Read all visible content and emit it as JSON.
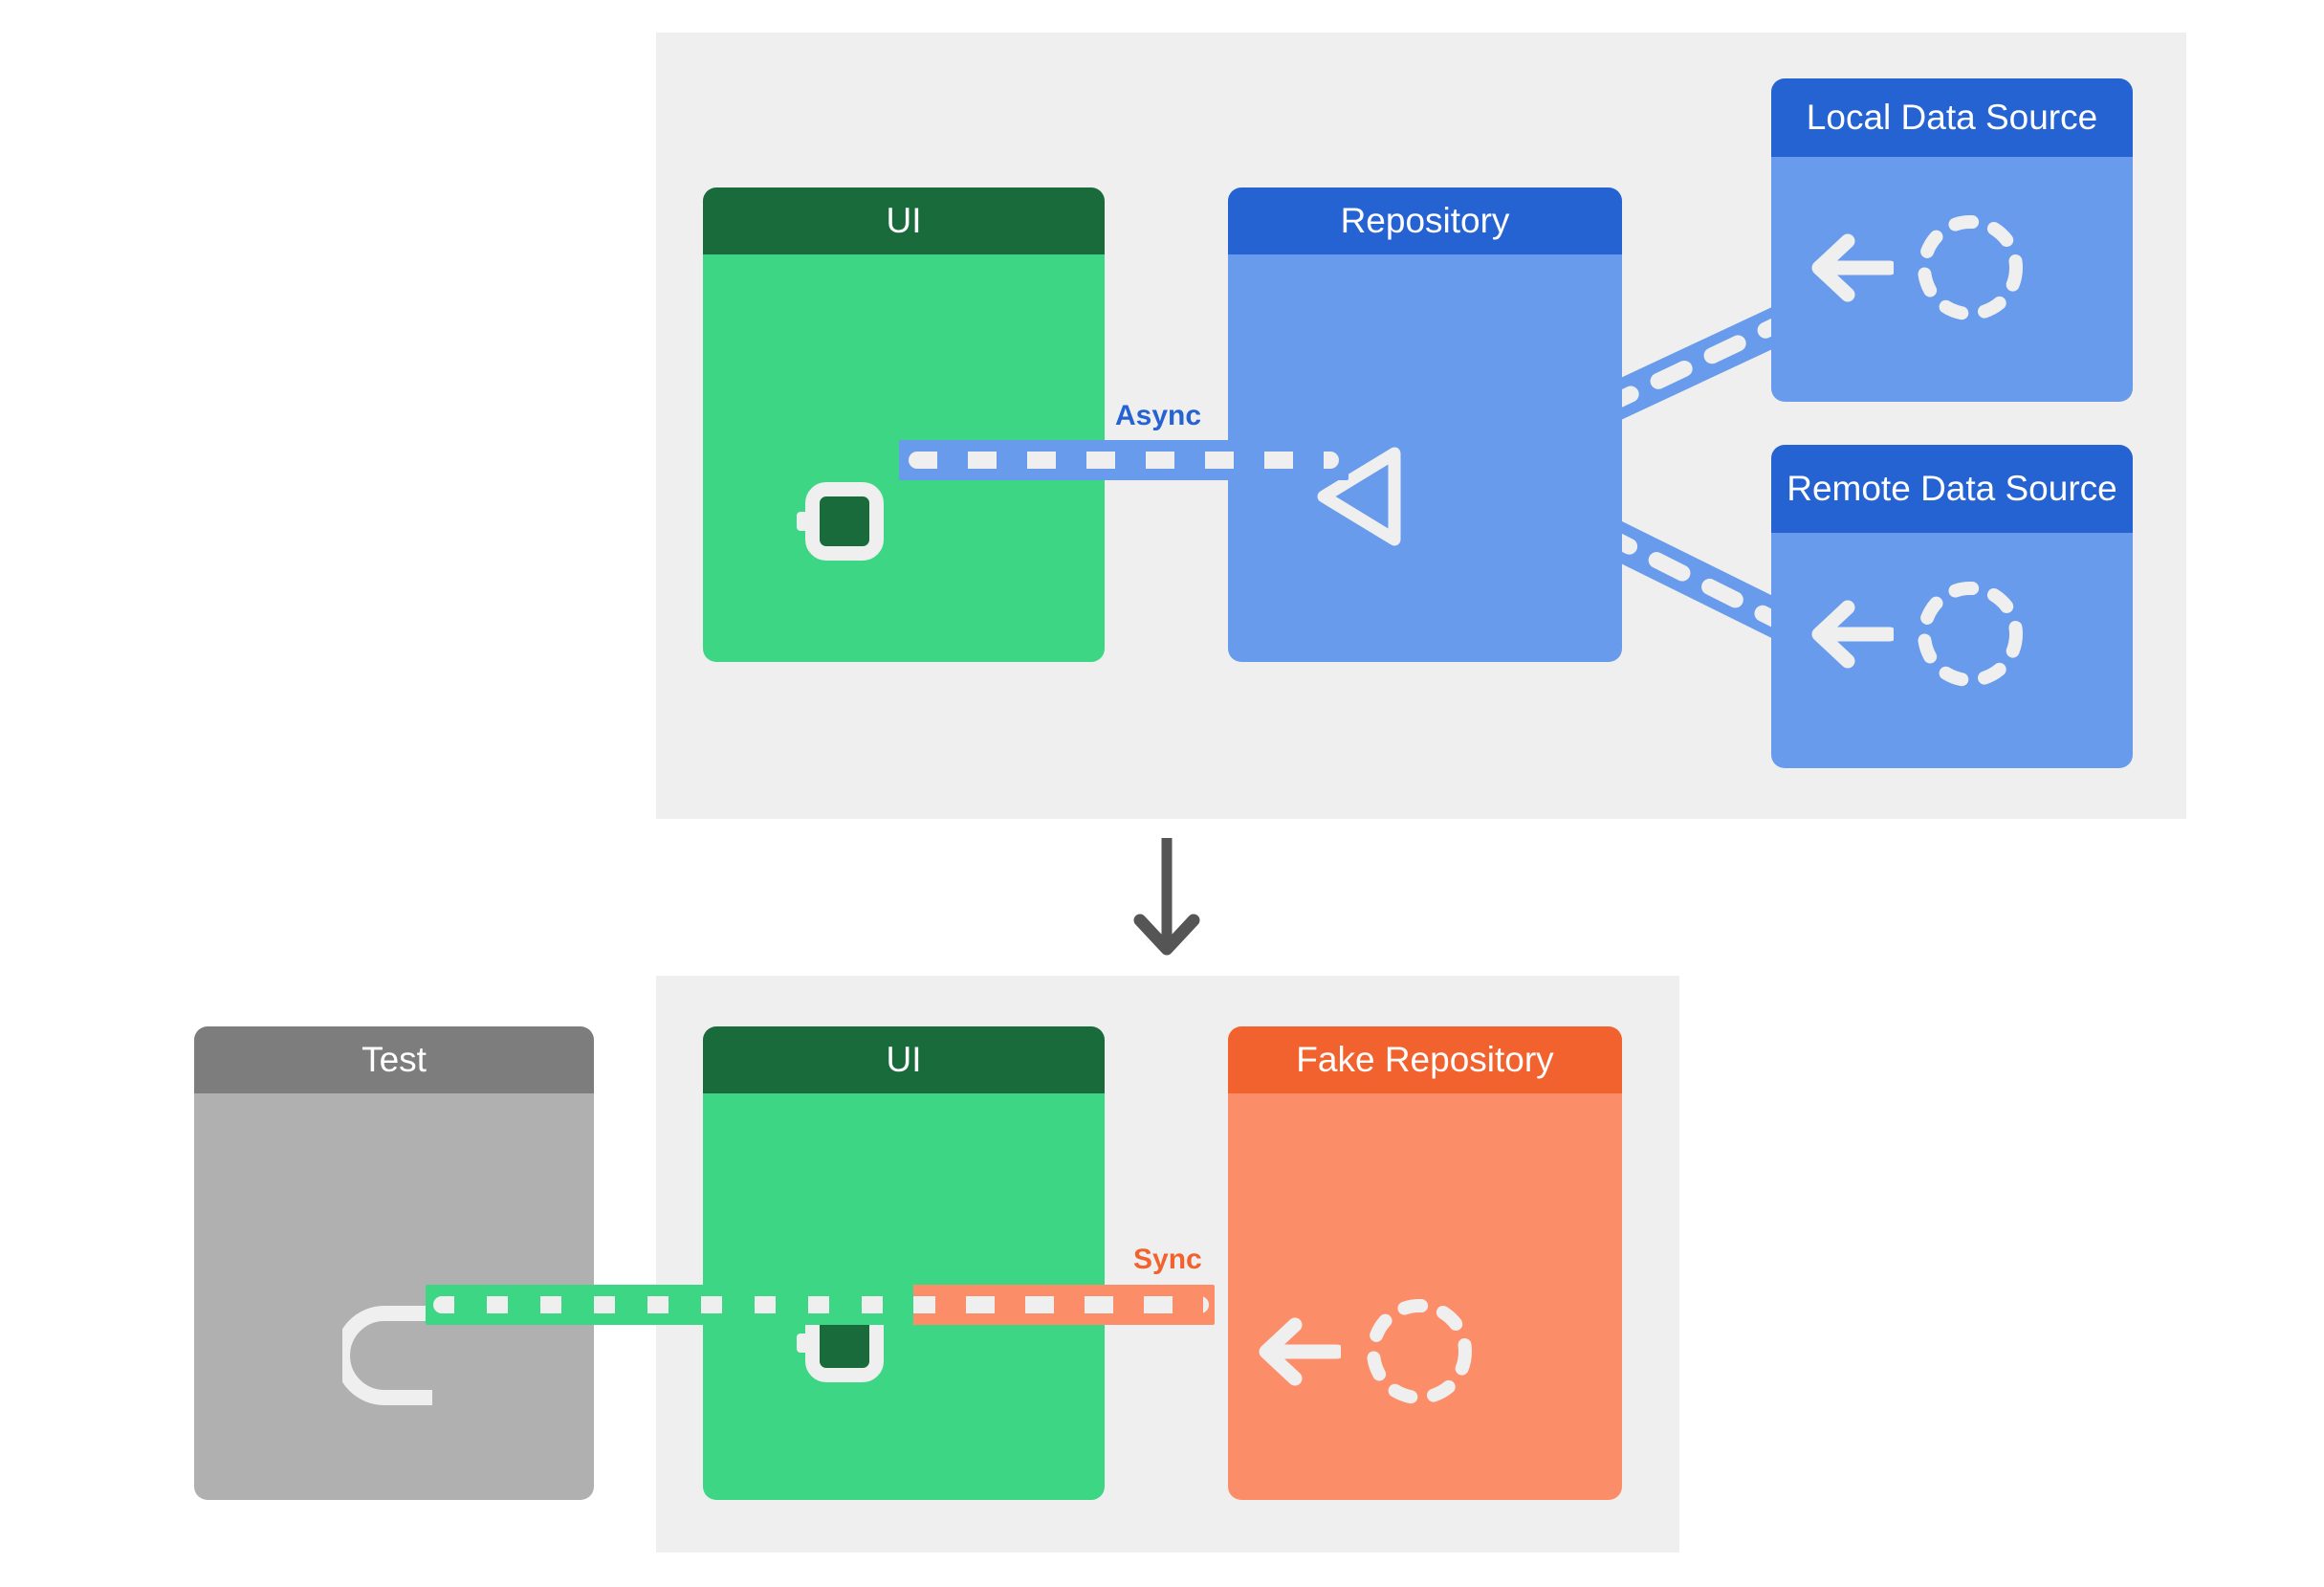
{
  "diagram": {
    "title": "Repository pattern: production vs test wiring",
    "panels": {
      "top": {
        "name": "production-architecture"
      },
      "bottom": {
        "name": "test-architecture"
      }
    },
    "colors": {
      "panel_background": "#efefef",
      "green_header": "#1a6b3c",
      "green_body": "#3cd685",
      "blue_header": "#2663d2",
      "blue_body": "#689bec",
      "orange_header": "#f2622e",
      "orange_body": "#fb8e68",
      "gray_header": "#7d7d7d",
      "gray_body": "#b0b0b0",
      "icon_white": "#efefef",
      "arrow_gray": "#555555"
    }
  },
  "top_section": {
    "ui": {
      "label": "UI",
      "icon": "chip-icon"
    },
    "repository": {
      "label": "Repository",
      "icon": "provided-interface-triangle-icon"
    },
    "local_data_source": {
      "label": "Local Data Source",
      "icon": "dashed-circle-icon",
      "arrow": "arrow-left-icon"
    },
    "remote_data_source": {
      "label": "Remote Data Source",
      "icon": "dashed-circle-icon",
      "arrow": "arrow-left-icon"
    },
    "connector_label": "Async"
  },
  "flow_arrow": {
    "icon": "arrow-down-icon",
    "direction": "down"
  },
  "bottom_section": {
    "test": {
      "label": "Test",
      "icon": "required-interface-socket-icon"
    },
    "ui": {
      "label": "UI",
      "icon": "chip-icon"
    },
    "fake_repository": {
      "label": "Fake Repository",
      "icon": "dashed-circle-icon",
      "arrow": "arrow-left-icon"
    },
    "connector_label": "Sync"
  }
}
